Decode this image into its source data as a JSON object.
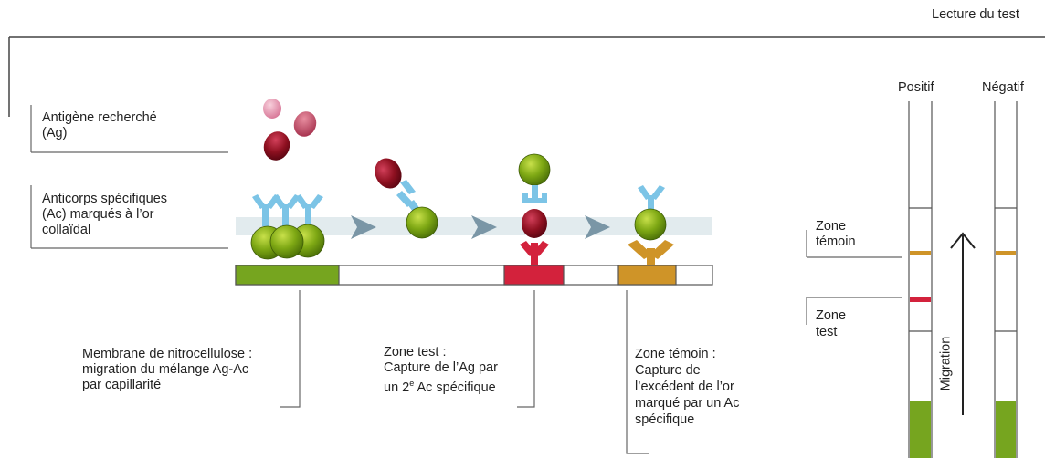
{
  "header": {
    "title": "Lecture du test"
  },
  "labels": {
    "antigen": [
      "Antigène recherché",
      "(Ag)"
    ],
    "antibody": [
      "Anticorps spécifiques",
      "(Ac) marqués à l’or",
      "collaïdal"
    ],
    "membrane": [
      "Membrane de nitrocellulose :",
      "migration du mélange Ag-Ac",
      "par capillarité"
    ],
    "test_zone": {
      "line1": "Zone test :",
      "line2": "Capture de l’Ag par",
      "line3_pre": "un 2",
      "line3_sup": "e",
      "line3_post": " Ac spécifique"
    },
    "control_zone": [
      "Zone témoin :",
      "Capture de",
      "l’excédent de l’or",
      "marqué par un Ac",
      "spécifique"
    ]
  },
  "reading": {
    "positive": "Positif",
    "negative": "Négatif",
    "control_zone": [
      "Zone",
      "témoin"
    ],
    "test_zone": [
      "Zone",
      "test"
    ],
    "migration": "Migration"
  },
  "colors": {
    "antigen_dark": "#8e1020",
    "antigen_medium": "#c0485e",
    "antigen_light": "#e490a8",
    "gold_particle": "#7ea814",
    "antibody": "#7cc4e6",
    "test_line": "#d3223c",
    "control_line": "#cf9428",
    "membrane_green": "#76a51f",
    "arrow_gray": "#7a96a6",
    "flow_band": "#e2ebee",
    "outline": "#444444"
  }
}
